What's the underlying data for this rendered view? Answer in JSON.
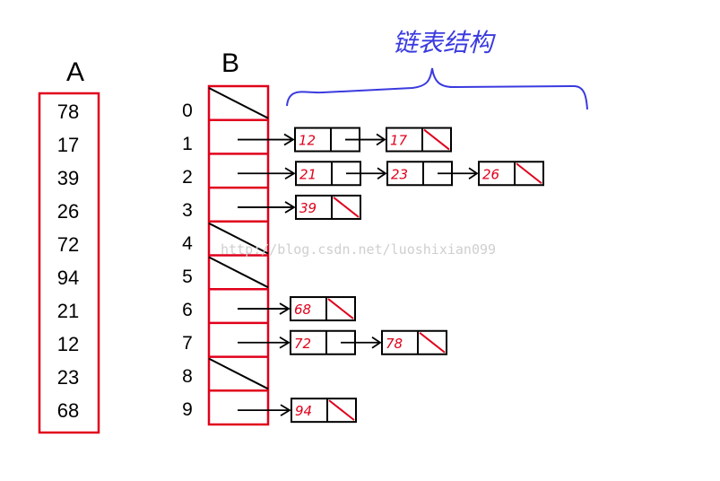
{
  "array_a": {
    "title": "A",
    "values": [
      "78",
      "17",
      "39",
      "26",
      "72",
      "94",
      "21",
      "12",
      "23",
      "68"
    ]
  },
  "array_b": {
    "title": "B",
    "indices": [
      "0",
      "1",
      "2",
      "3",
      "4",
      "5",
      "6",
      "7",
      "8",
      "9"
    ],
    "empty_slots": [
      0,
      4,
      5,
      8
    ]
  },
  "annotation": "链表结构",
  "chains": [
    {
      "slot": 1,
      "nodes": [
        "12",
        "17"
      ]
    },
    {
      "slot": 2,
      "nodes": [
        "21",
        "23",
        "26"
      ]
    },
    {
      "slot": 3,
      "nodes": [
        "39"
      ]
    },
    {
      "slot": 6,
      "nodes": [
        "68"
      ]
    },
    {
      "slot": 7,
      "nodes": [
        "72",
        "78"
      ]
    },
    {
      "slot": 9,
      "nodes": [
        "94"
      ]
    }
  ],
  "watermark": "http://blog.csdn.net/luoshixian099",
  "colors": {
    "red": "#e0001b",
    "blue": "#3a3ae0",
    "black": "#000000"
  }
}
